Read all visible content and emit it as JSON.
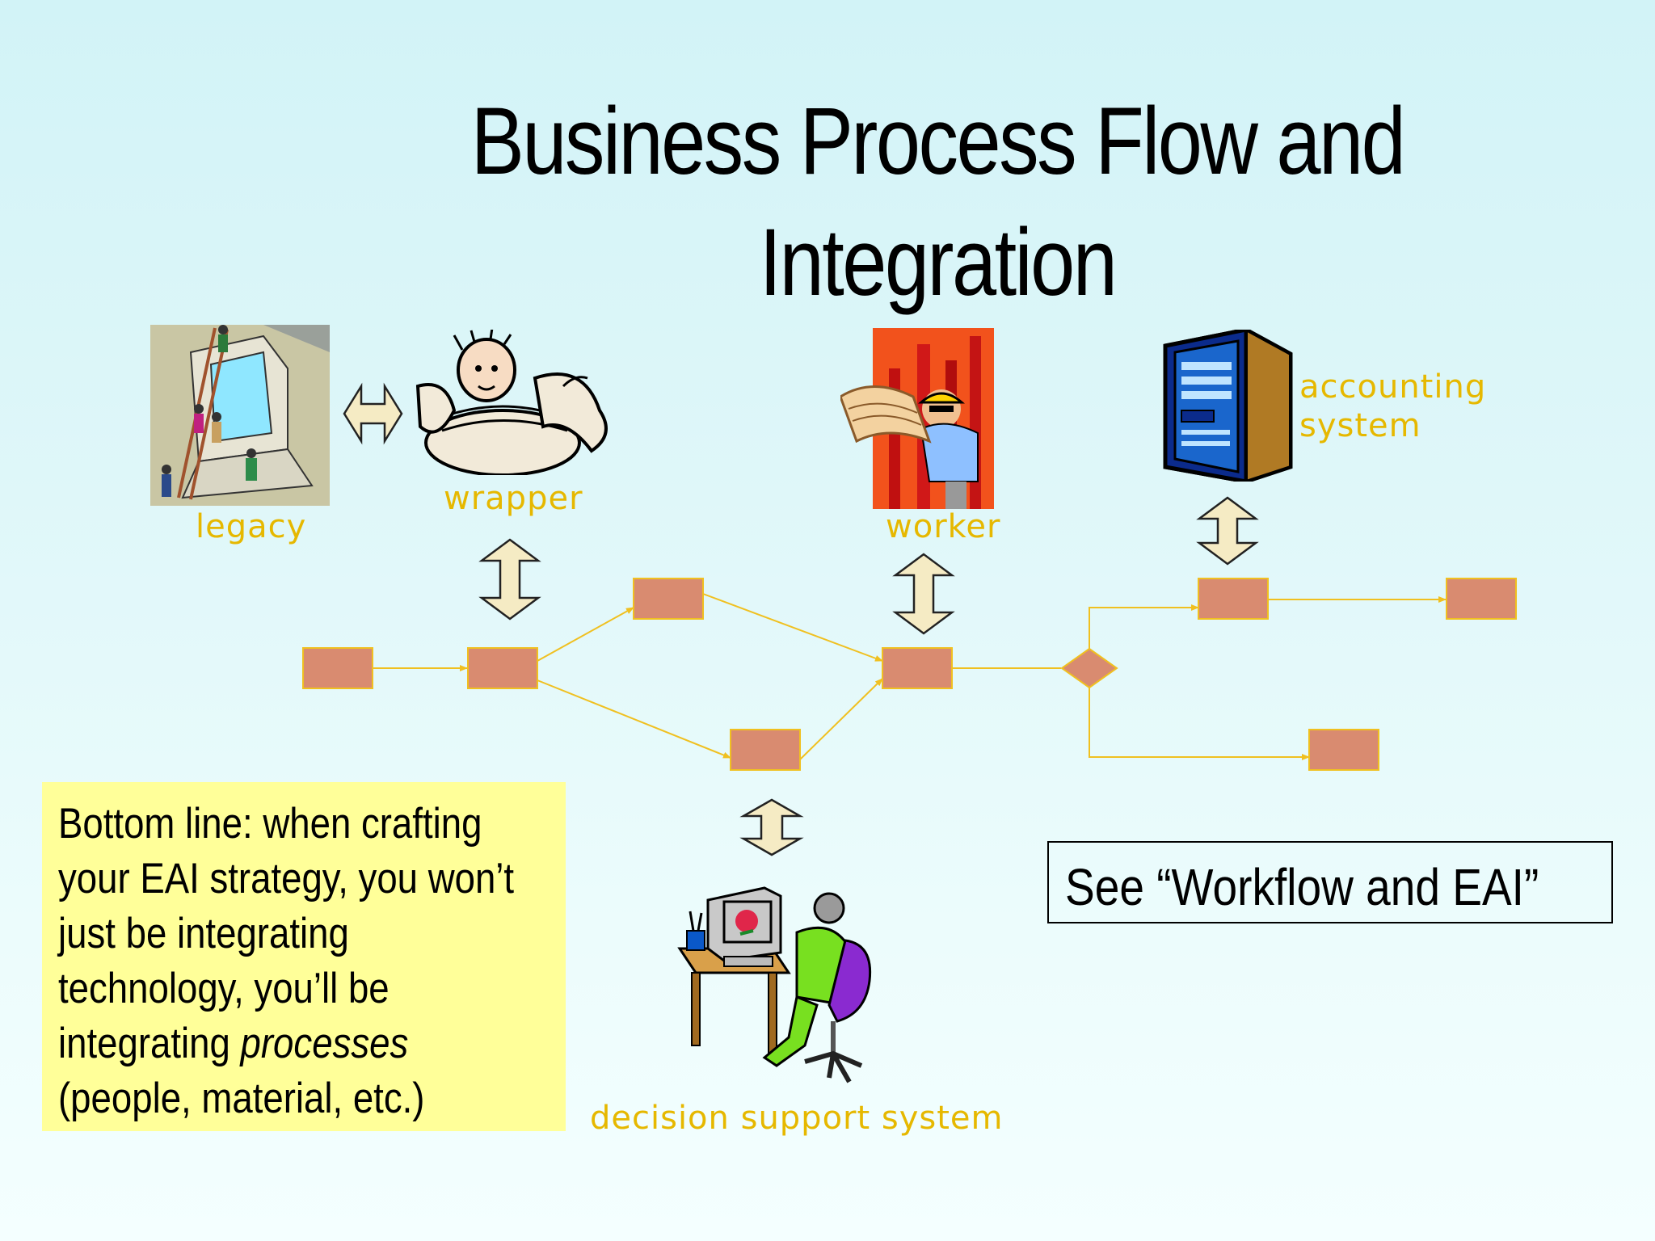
{
  "slide": {
    "title_line1": "Business Process Flow and",
    "title_line2": "Integration"
  },
  "labels": {
    "legacy": "legacy",
    "wrapper": "wrapper",
    "worker": "worker",
    "accounting_line1": "accounting",
    "accounting_line2": "system",
    "decision_support": "decision support system"
  },
  "note": {
    "line1": "Bottom line: when crafting",
    "line2": "your EAI strategy, you won’t",
    "line3": "just be integrating",
    "line4": "technology, you’ll be",
    "line5_prefix": "integrating ",
    "line5_emphasis": "processes",
    "line6": "(people, material, etc.)"
  },
  "reference": {
    "text": "See “Workflow and EAI”"
  },
  "colors": {
    "process_box": "#d98b70",
    "box_border": "#f0c020",
    "flow_line": "#f0c020",
    "label_text": "#e6b800",
    "arrow_fill": "#f5ebc4",
    "note_bg": "#ffff99"
  },
  "icons": {
    "legacy": "legacy-computer-climbers-icon",
    "wrapper": "wrapper-person-reading-icon",
    "worker": "worker-with-blueprint-icon",
    "accounting": "server-tower-icon",
    "decision_support": "person-at-computer-icon"
  }
}
